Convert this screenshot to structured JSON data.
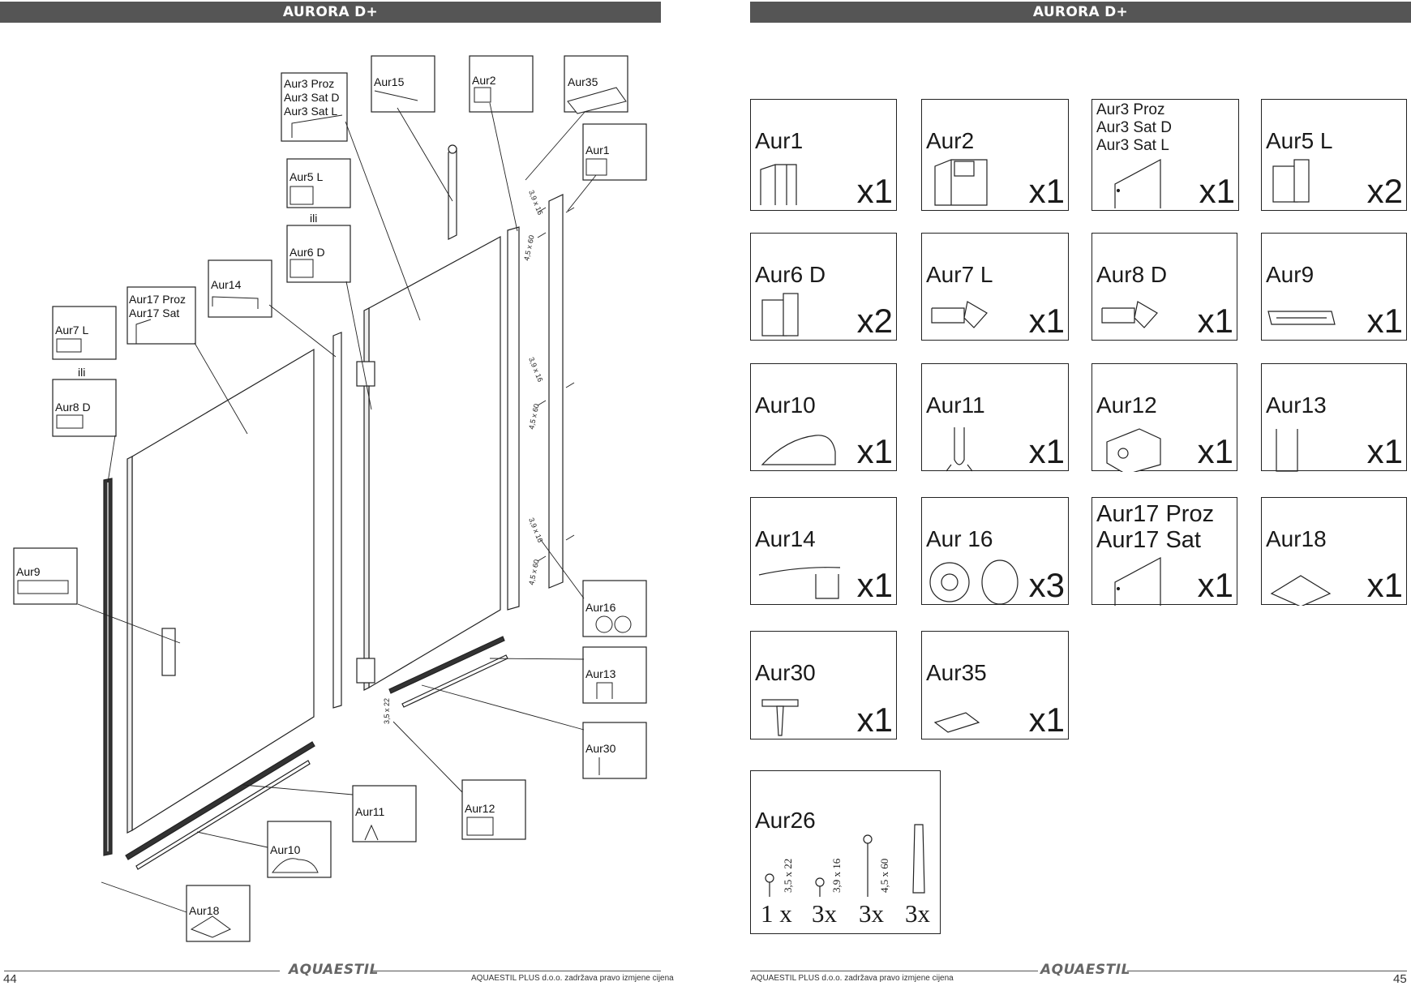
{
  "left_page": {
    "header": "AURORA D+",
    "page_number": "44",
    "footer_text": "AQUAESTIL PLUS d.o.o. zadržava pravo izmjene cijena",
    "logo": "AQUAESTIL",
    "callouts": {
      "aur3": [
        "Aur3 Proz",
        "Aur3 Sat D",
        "Aur3 Sat L"
      ],
      "aur15": "Aur15",
      "aur2": "Aur2",
      "aur35": "Aur35",
      "aur1": "Aur1",
      "aur5l": "Aur5 L",
      "ili1": "ili",
      "aur6d": "Aur6 D",
      "aur14": "Aur14",
      "aur17": [
        "Aur17 Proz",
        "Aur17 Sat"
      ],
      "aur7l": "Aur7 L",
      "ili2": "ili",
      "aur8d": "Aur8 D",
      "aur9": "Aur9",
      "aur16": "Aur16",
      "aur13": "Aur13",
      "aur30": "Aur30",
      "aur11": "Aur11",
      "aur10": "Aur10",
      "aur12": "Aur12",
      "aur18": "Aur18"
    },
    "screw_labels": [
      "3,9 x 16",
      "4,5 x 60",
      "3,9 x 16",
      "4,5 x 60",
      "3,9 x 16",
      "4,5 x 60",
      "3,5 x 22"
    ]
  },
  "right_page": {
    "header": "AURORA D+",
    "page_number": "45",
    "footer_text": "AQUAESTIL PLUS d.o.o. zadržava pravo izmjene cijena",
    "logo": "AQUAESTIL",
    "parts": [
      {
        "name": "Aur1",
        "qty": "x1",
        "icon": "profile-icon"
      },
      {
        "name": "Aur2",
        "qty": "x1",
        "icon": "wall-profile-icon"
      },
      {
        "name": "Aur3 Proz\nAur3 Sat D\nAur3 Sat L",
        "qty": "x1",
        "icon": "glass-panel-icon"
      },
      {
        "name": "Aur5 L",
        "qty": "x2",
        "icon": "hinge-icon"
      },
      {
        "name": "Aur6 D",
        "qty": "x2",
        "icon": "hinge-icon"
      },
      {
        "name": "Aur7 L",
        "qty": "x1",
        "icon": "handle-profile-icon"
      },
      {
        "name": "Aur8 D",
        "qty": "x1",
        "icon": "handle-profile-icon"
      },
      {
        "name": "Aur9",
        "qty": "x1",
        "icon": "towel-bar-icon"
      },
      {
        "name": "Aur10",
        "qty": "x1",
        "icon": "threshold-icon"
      },
      {
        "name": "Aur11",
        "qty": "x1",
        "icon": "seal-icon"
      },
      {
        "name": "Aur12",
        "qty": "x1",
        "icon": "clamp-icon"
      },
      {
        "name": "Aur13",
        "qty": "x1",
        "icon": "u-channel-icon"
      },
      {
        "name": "Aur14",
        "qty": "x1",
        "icon": "seal-strip-icon"
      },
      {
        "name": "Aur 16",
        "qty": "x3",
        "icon": "cap-icon"
      },
      {
        "name": "Aur17 Proz\nAur17 Sat",
        "qty": "x1",
        "icon": "glass-panel-icon"
      },
      {
        "name": "Aur18",
        "qty": "x1",
        "icon": "corner-icon"
      },
      {
        "name": "Aur30",
        "qty": "x1",
        "icon": "plug-icon"
      },
      {
        "name": "Aur35",
        "qty": "x1",
        "icon": "cover-icon"
      }
    ],
    "fasteners": {
      "name": "Aur26",
      "items": [
        {
          "dim": "3,5 x 22",
          "count": "1 x"
        },
        {
          "dim": "3,9 x 16",
          "count": "3x"
        },
        {
          "dim": "4,5 x 60",
          "count": "3x"
        },
        {
          "dim": "",
          "count": "3x"
        }
      ]
    }
  }
}
